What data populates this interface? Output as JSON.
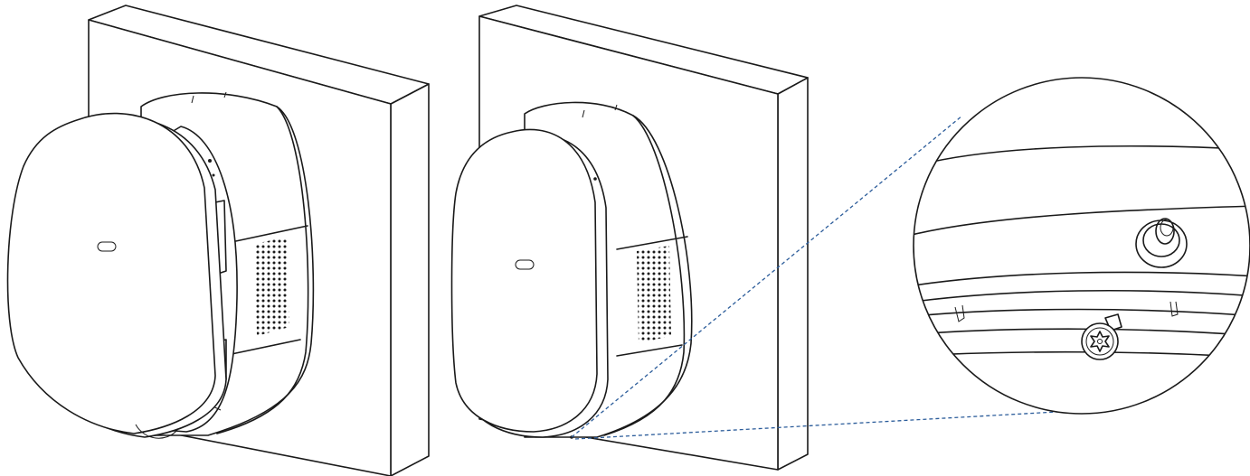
{
  "colors": {
    "line": "#1a1a1a",
    "leader": "#2b5c9a",
    "background": "#ffffff"
  },
  "icons": {
    "screw": "torx-screw-icon",
    "led": "indicator-slot-icon"
  },
  "panels": [
    {
      "name": "charger-cover-open"
    },
    {
      "name": "charger-cover-closed"
    },
    {
      "name": "screw-detail-magnifier"
    }
  ]
}
